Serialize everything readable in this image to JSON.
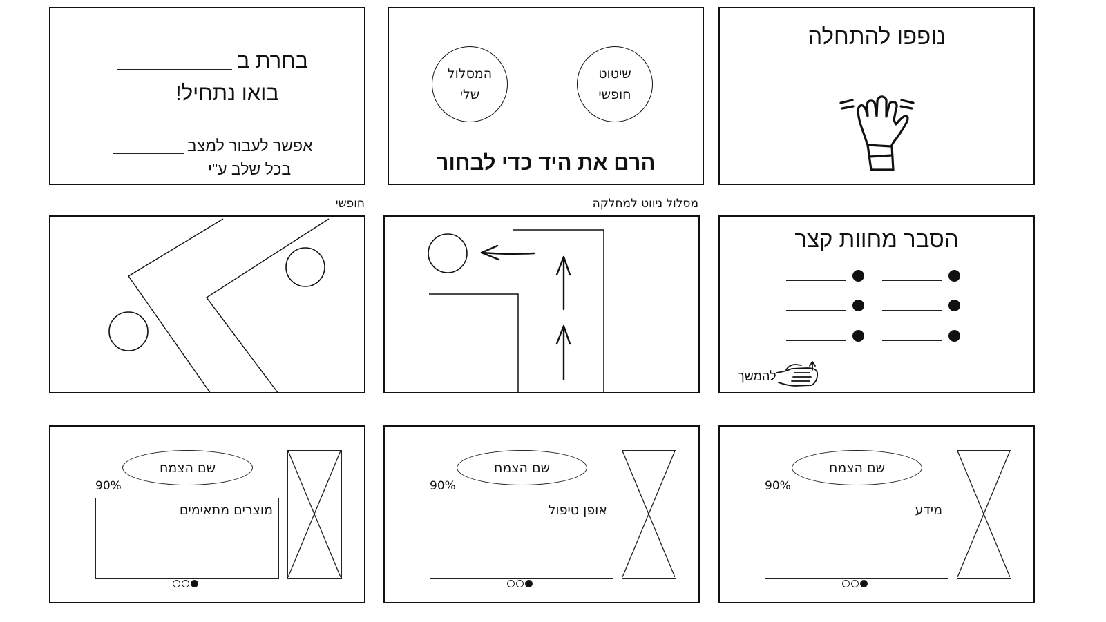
{
  "row1": {
    "intro": {
      "title": "נופפו להתחלה"
    },
    "choose": {
      "option_right": [
        "שיטוט",
        "חופשי"
      ],
      "option_left": [
        "המסלול",
        "שלי"
      ],
      "instruction": "הרם את היד כדי לבחור"
    },
    "start": {
      "line1": "בחרת ב",
      "line2": "בואו נתחיל!",
      "line3": "אפשר לעבור למצב",
      "line4": "בכל שלב ע\"י"
    }
  },
  "row2": {
    "explain": {
      "title": "הסבר מחוות קצר",
      "continue": "להמשך"
    },
    "route": {
      "caption": "מסלול ניווט למחלקה"
    },
    "free": {
      "caption": "חופשי"
    }
  },
  "row3": {
    "cards": [
      {
        "plant_name": "שם הצמח",
        "percent": "90%",
        "section": "מידע",
        "page": 1
      },
      {
        "plant_name": "שם הצמח",
        "percent": "90%",
        "section": "אופן טיפול",
        "page": 1
      },
      {
        "plant_name": "שם הצמח",
        "percent": "90%",
        "section": "מוצרים מתאימים",
        "page": 1
      }
    ]
  }
}
